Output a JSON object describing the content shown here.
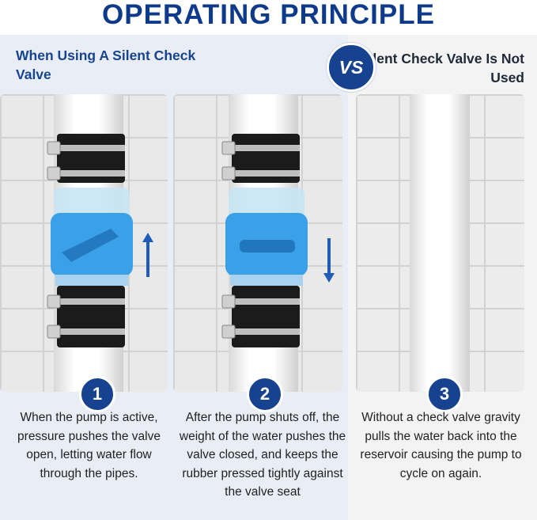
{
  "title": "OPERATING PRINCIPLE",
  "left_heading": "When Using A Silent Check Valve",
  "vs_label": "VS",
  "right_heading": "Silent Check Valve Is Not Used",
  "steps": [
    {
      "number": "1",
      "text": "When the pump is active, pressure pushes the valve open, letting water flow through the pipes."
    },
    {
      "number": "2",
      "text": "After the pump shuts off, the weight of the water pushes the valve closed, and keeps the rubber pressed tightly against the valve seat"
    },
    {
      "number": "3",
      "text": "Without a check valve gravity pulls the water back into the reservoir causing the pump to cycle on again."
    }
  ],
  "colors": {
    "brand_blue": "#17428f",
    "valve_blue": "#3aa0e8",
    "band_black": "#1b1b1b"
  },
  "icons": [
    "arrow-up-icon",
    "arrow-down-icon"
  ]
}
